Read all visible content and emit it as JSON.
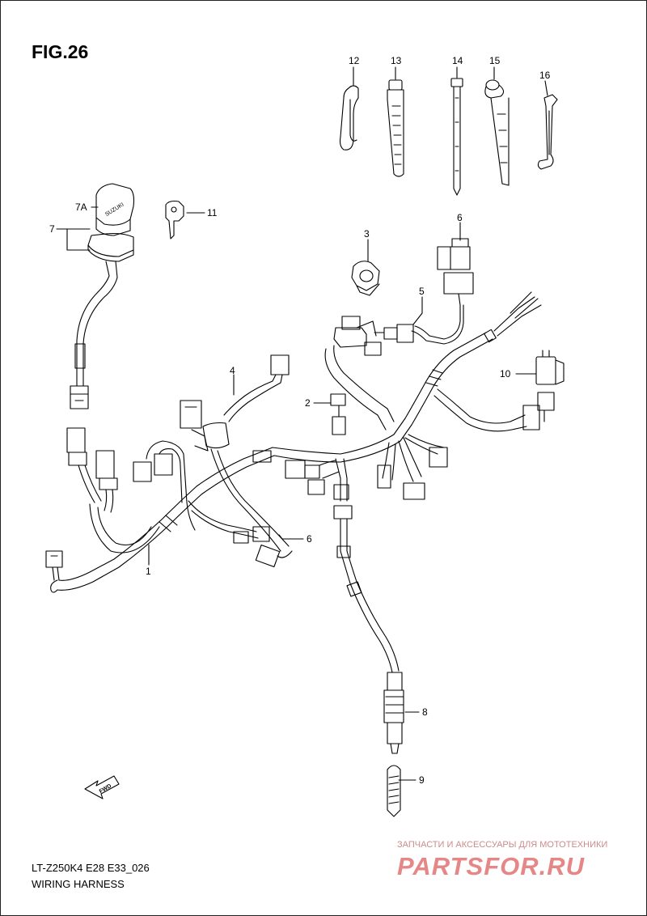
{
  "figure": {
    "title": "FIG.26"
  },
  "callouts": {
    "c12": "12",
    "c13": "13",
    "c14": "14",
    "c15": "15",
    "c16": "16",
    "c7a": "7A",
    "c7": "7",
    "c11": "11",
    "c6_top": "6",
    "c3": "3",
    "c5": "5",
    "c4": "4",
    "c10": "10",
    "c2": "2",
    "c6_bottom": "6",
    "c1": "1",
    "c8": "8",
    "c9": "9"
  },
  "footer": {
    "model_code": "LT-Z250K4 E28 E33_026",
    "diagram_name": "WIRING HARNESS"
  },
  "watermark": {
    "caption": "ЗАПЧАСТИ И АКСЕССУАРЫ ДЛЯ МОТОТЕХНИКИ",
    "logo": "PARTSFOR.RU"
  },
  "parts": {
    "key_brand": "SUZUKI",
    "fwd_arrow_label": "FWD"
  },
  "colors": {
    "line": "#000000",
    "watermark": "#e06a6a"
  }
}
